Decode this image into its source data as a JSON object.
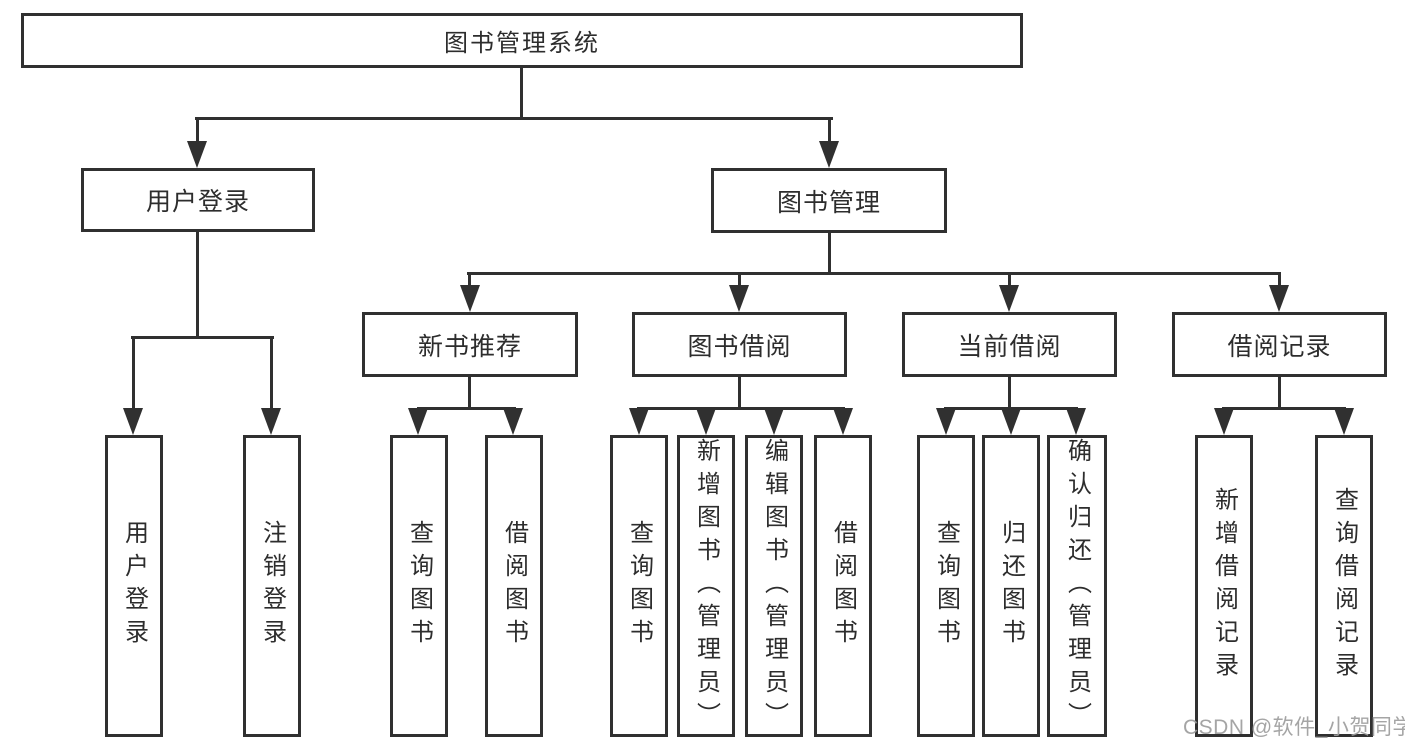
{
  "nodes": {
    "root": "图书管理系统",
    "level2": [
      "用户登录",
      "图书管理"
    ],
    "level3": [
      "新书推荐",
      "图书借阅",
      "当前借阅",
      "借阅记录"
    ],
    "leaves": {
      "user_login": [
        "用户登录",
        "注销登录"
      ],
      "new_book_recommendation": [
        "查询图书",
        "借阅图书"
      ],
      "book_borrowing": [
        "查询图书",
        "新增图书（管理员）",
        "编辑图书（管理员）",
        "借阅图书"
      ],
      "current_borrowing": [
        "查询图书",
        "归还图书",
        "确认归还（管理员）"
      ],
      "borrowing_records": [
        "新增借阅记录",
        "查询借阅记录"
      ]
    }
  },
  "watermark": {
    "text": "CSDN @软件_小贺同学"
  },
  "colors": {
    "line": "#303030",
    "text": "#2d2d2d",
    "background": "#ffffff",
    "watermark": "#9e9e9e"
  }
}
